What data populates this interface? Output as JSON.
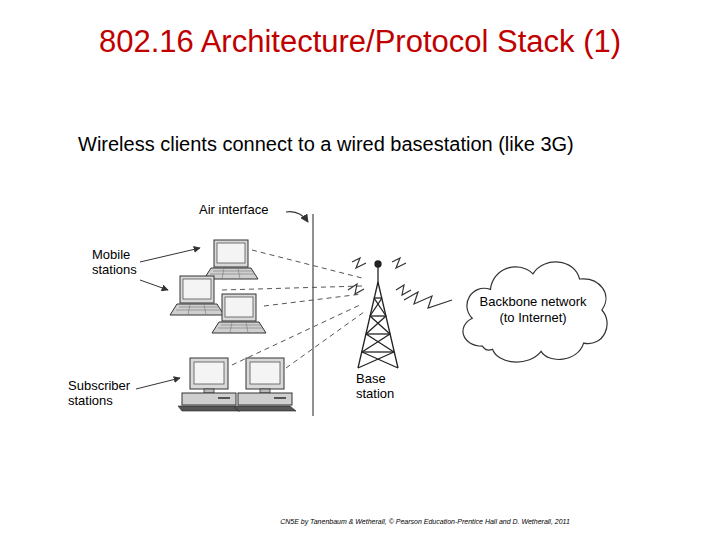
{
  "diagram": {
    "title": "802.16 Architecture/Protocol Stack (1)",
    "caption": "CN5E by Tanenbaum & Wetherall, © Pearson Education-Prentice Hall and D. Wetherall, 2011",
    "nodes": [
      {
        "text": [
          "Backbone network (to Internet)"
        ]
      }
    ],
    "labels": [
      "Wireless clients connect to a wired basestation (like 3G)",
      "Air interface",
      "Mobile stations",
      "Subscriber stations",
      "Base station"
    ]
  }
}
